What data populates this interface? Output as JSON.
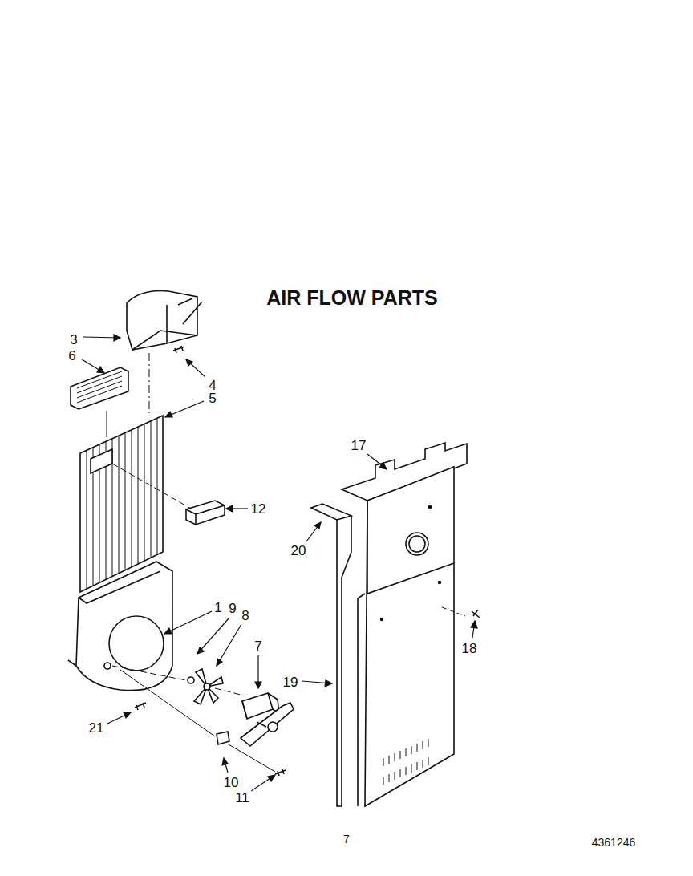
{
  "diagram": {
    "title": "AIR FLOW PARTS",
    "labels": [
      "3",
      "6",
      "4",
      "5",
      "17",
      "12",
      "20",
      "1",
      "9",
      "8",
      "7",
      "18",
      "19",
      "21",
      "10",
      "11",
      "7",
      "4361246"
    ]
  }
}
